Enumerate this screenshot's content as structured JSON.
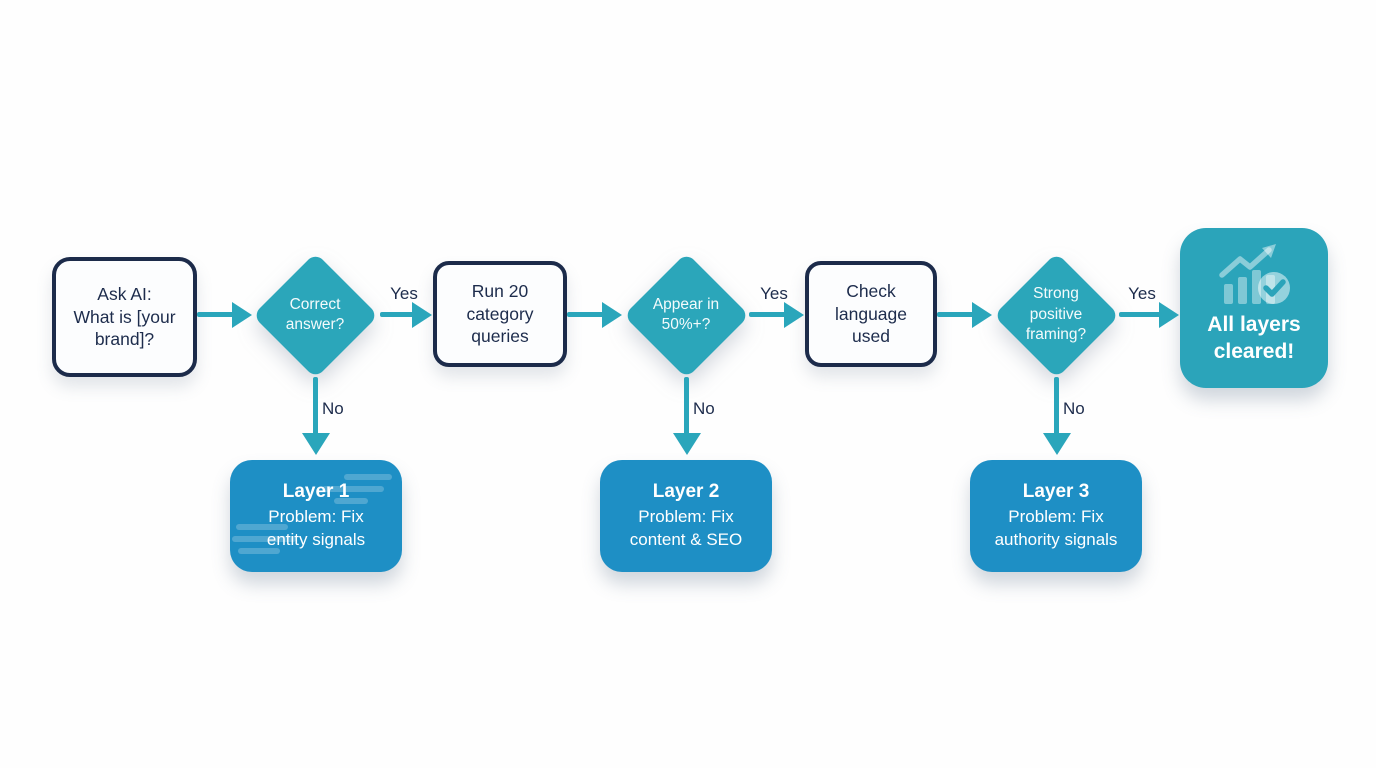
{
  "diagram": {
    "type": "flowchart",
    "colors": {
      "teal": "#2ba6ba",
      "blue": "#1e8fc5",
      "navy": "#1c2b4a",
      "background": "#fefefe",
      "white_text": "#ffffff"
    },
    "edge_labels": {
      "yes": "Yes",
      "no": "No"
    },
    "steps": {
      "ask": "Ask AI:\nWhat is [your\nbrand]?",
      "run": "Run 20\ncategory\nqueries",
      "check": "Check\nlanguage\nused"
    },
    "decisions": {
      "correct": "Correct\nanswer?",
      "appear": "Appear in\n50%+?",
      "framing": "Strong\npositive\nframing?"
    },
    "problems": {
      "layer1_title": "Layer 1",
      "layer1_body": "Problem: Fix\nentity signals",
      "layer2_title": "Layer 2",
      "layer2_body": "Problem: Fix\ncontent & SEO",
      "layer3_title": "Layer 3",
      "layer3_body": "Problem: Fix\nauthority signals"
    },
    "terminal": {
      "label": "All layers\ncleared!",
      "icon": "growth-chart-check-icon"
    },
    "edges": [
      {
        "from": "ask-ai",
        "to": "correct-answer",
        "label": ""
      },
      {
        "from": "correct-answer",
        "to": "run-queries",
        "label": "Yes"
      },
      {
        "from": "correct-answer",
        "to": "layer1-problem",
        "label": "No"
      },
      {
        "from": "run-queries",
        "to": "appear-50",
        "label": ""
      },
      {
        "from": "appear-50",
        "to": "check-language",
        "label": "Yes"
      },
      {
        "from": "appear-50",
        "to": "layer2-problem",
        "label": "No"
      },
      {
        "from": "check-language",
        "to": "strong-framing",
        "label": ""
      },
      {
        "from": "strong-framing",
        "to": "all-layers-cleared",
        "label": "Yes"
      },
      {
        "from": "strong-framing",
        "to": "layer3-problem",
        "label": "No"
      }
    ]
  }
}
